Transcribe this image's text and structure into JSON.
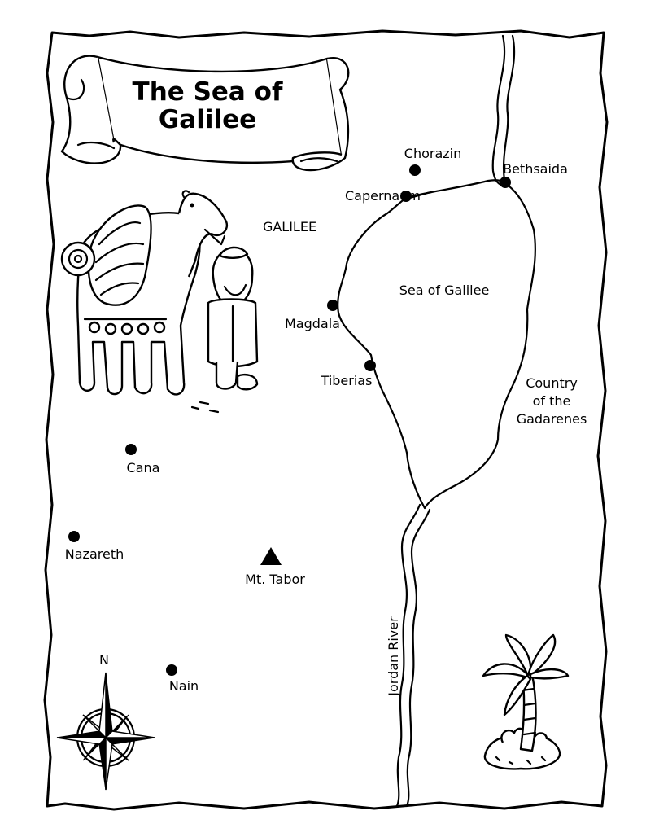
{
  "map": {
    "title_line1": "The Sea of",
    "title_line2": "Galilee",
    "region_label": "GALILEE",
    "lake_label": "Sea of Galilee",
    "river_label": "Jordan River",
    "east_region": [
      "Country",
      "of the",
      "Gadarenes"
    ],
    "compass_north": "N",
    "places": [
      {
        "name": "Chorazin",
        "kind": "town"
      },
      {
        "name": "Bethsaida",
        "kind": "town"
      },
      {
        "name": "Capernaum",
        "kind": "town"
      },
      {
        "name": "Magdala",
        "kind": "town"
      },
      {
        "name": "Tiberias",
        "kind": "town"
      },
      {
        "name": "Cana",
        "kind": "town"
      },
      {
        "name": "Nazareth",
        "kind": "town"
      },
      {
        "name": "Mt. Tabor",
        "kind": "mountain"
      },
      {
        "name": "Nain",
        "kind": "town"
      }
    ],
    "illustrations": [
      "camel-with-man",
      "palm-tree",
      "compass-rose"
    ]
  }
}
